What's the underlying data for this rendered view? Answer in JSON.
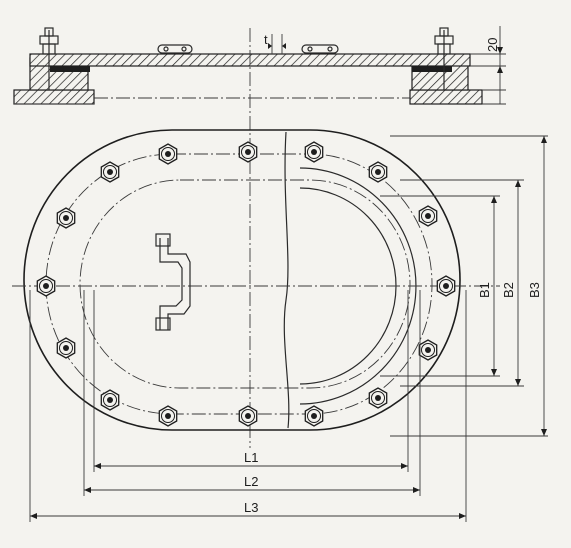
{
  "labels": {
    "thickness": "t",
    "height": "20",
    "b1": "B1",
    "b2": "B2",
    "b3": "B3",
    "l1": "L1",
    "l2": "L2",
    "l3": "L3"
  },
  "colors": {
    "background": "#f4f3ef",
    "ink": "#1e1e1e"
  }
}
